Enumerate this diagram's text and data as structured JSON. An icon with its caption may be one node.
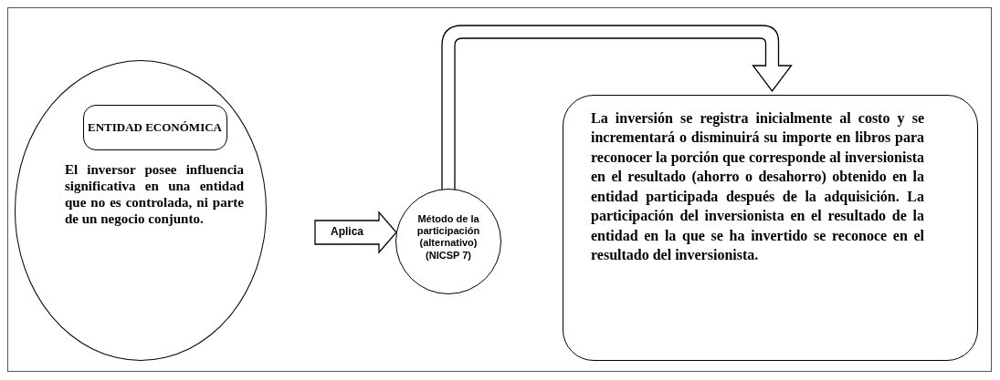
{
  "diagram": {
    "nodes": [
      {
        "text": [
          "El inversor posee influencia significativa en una entidad que no es controlada, ni parte de un negocio conjunto."
        ]
      },
      {
        "text": [
          "ENTIDAD ECONÓMICA"
        ],
        "in": 0
      },
      {
        "text": [
          "Método de la participación (alternativo) (NICSP 7)"
        ]
      },
      {
        "text": [
          "La inversión se registra inicialmente al costo y se incrementará o disminuirá su importe en libros para reconocer la porción que corresponde al inversionista en el resultado (ahorro o desahorro) obtenido en la entidad participada después de la adquisición. La participación del inversionista en el resultado de la entidad en la que se ha invertido se reconoce en el resultado del inversionista."
        ]
      }
    ],
    "edges": [
      {
        "from": 0,
        "to": 2,
        "arrow": "to",
        "label": "Aplica"
      },
      {
        "from": 2,
        "to": 3,
        "arrow": "to"
      }
    ]
  }
}
